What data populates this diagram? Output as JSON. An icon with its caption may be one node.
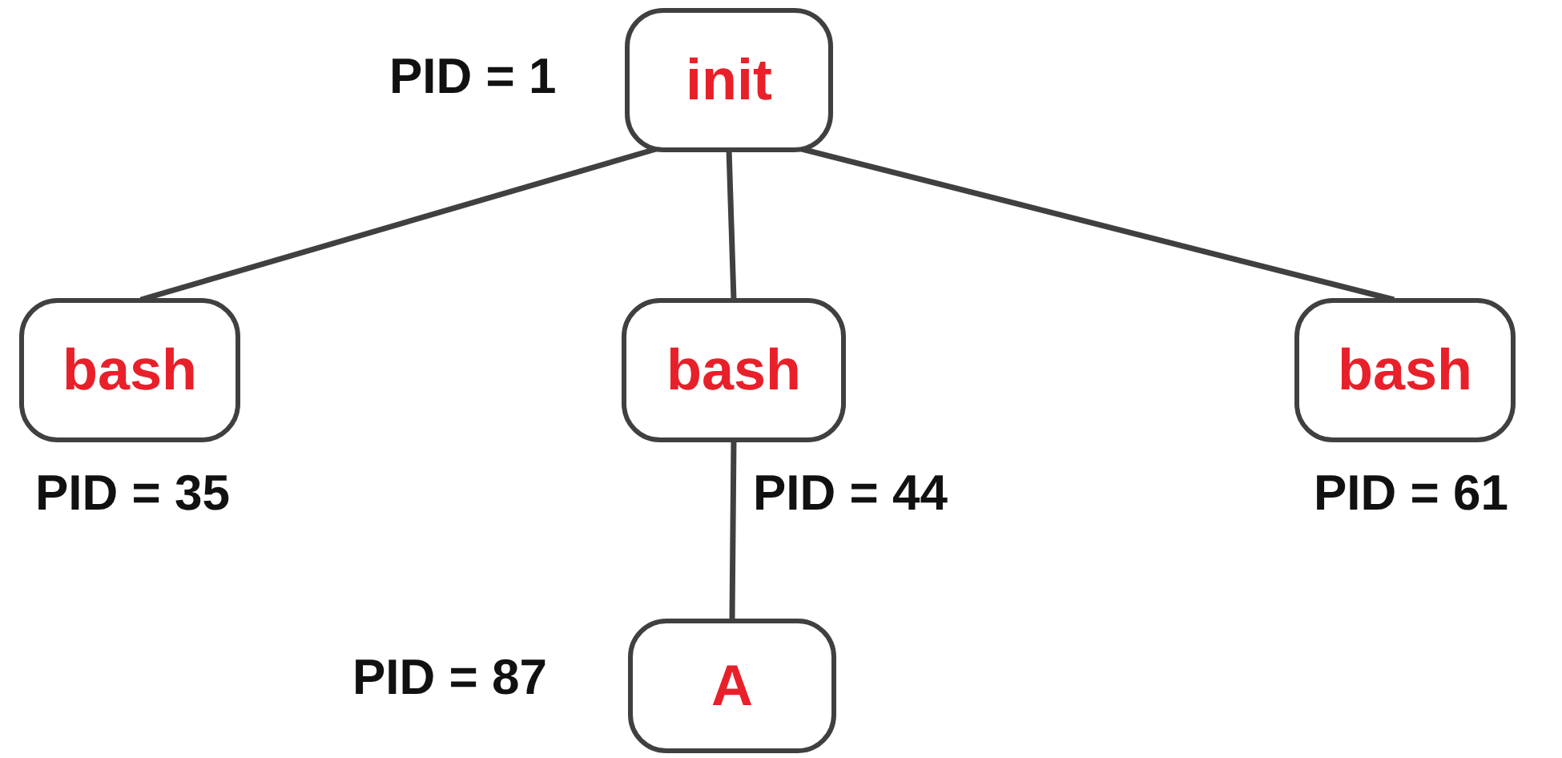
{
  "diagram": {
    "nodes": [
      {
        "text": [
          "init"
        ],
        "beside": [
          "PID = 1"
        ]
      },
      {
        "text": [
          "bash"
        ],
        "beside": [
          "PID = 35"
        ]
      },
      {
        "text": [
          "bash"
        ],
        "beside": [
          "PID = 44"
        ]
      },
      {
        "text": [
          "bash"
        ],
        "beside": [
          "PID = 61"
        ]
      },
      {
        "text": [
          "A"
        ],
        "beside": [
          "PID = 87"
        ]
      }
    ],
    "edges": [
      {
        "from": 0,
        "to": 1,
        "arrow": "none"
      },
      {
        "from": 0,
        "to": 2,
        "arrow": "none"
      },
      {
        "from": 0,
        "to": 3,
        "arrow": "none"
      },
      {
        "from": 2,
        "to": 4,
        "arrow": "none"
      }
    ]
  }
}
